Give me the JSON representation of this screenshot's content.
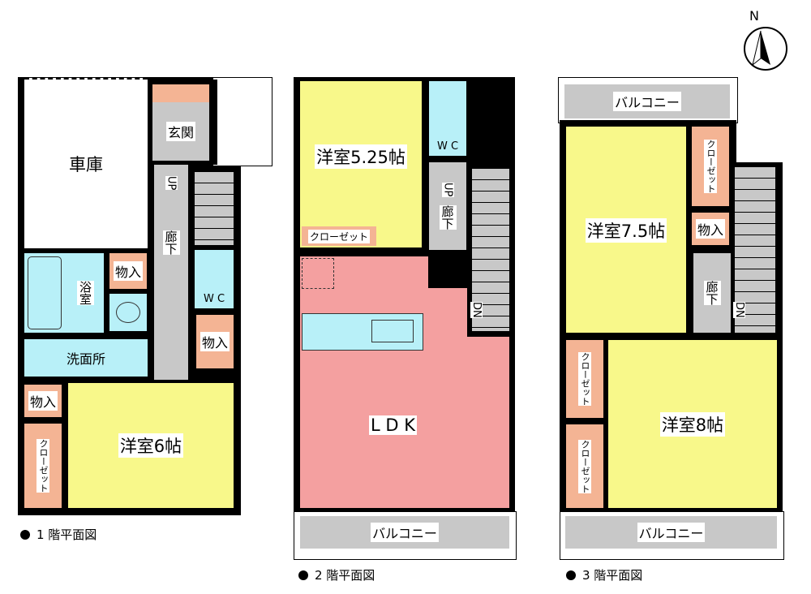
{
  "compass": {
    "label": "N"
  },
  "floor1": {
    "caption": "1 階平面図",
    "garage": "車庫",
    "entrance": "玄関",
    "up": "UP",
    "hall": "廊下",
    "storage_a": "物入",
    "bath": "浴室",
    "wc": "W C",
    "storage_b": "物入",
    "washroom": "洗面所",
    "storage_c": "物入",
    "closet": "クローゼット",
    "room": "洋室6帖"
  },
  "floor2": {
    "caption": "2 階平面図",
    "room": "洋室5.25帖",
    "wc": "W C",
    "up": "UP",
    "hall": "廊下",
    "closet": "クローゼット",
    "dn": "DN",
    "ldk": "L D K",
    "balcony": "バルコニー"
  },
  "floor3": {
    "caption": "3 階平面図",
    "balcony_top": "バルコニー",
    "room_a": "洋室7.5帖",
    "closet_a": "クローゼット",
    "storage": "物入",
    "hall": "廊下",
    "dn": "DN",
    "closet_b": "クローゼット",
    "closet_c": "クローゼット",
    "room_b": "洋室8帖",
    "balcony_bottom": "バルコニー"
  },
  "colors": {
    "bedroom": "#f8f88a",
    "ldk": "#f4a0a0",
    "storage": "#f4b494",
    "wet": "#b8f0f8",
    "hall": "#c8c8c8"
  }
}
